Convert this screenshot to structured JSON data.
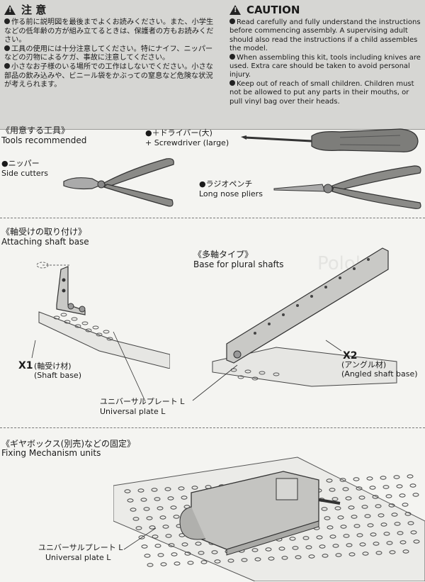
{
  "caution": {
    "jp_title": "注 意",
    "en_title": "CAUTION",
    "jp_items": [
      "作る前に説明図を最後までよくお読みください。また、小学生などの低年齢の方が組み立てるときは、保護者の方もお読みください。",
      "工具の使用には十分注意してください。特にナイフ、ニッパーなどの刃物によるケガ、事故に注意してください。",
      "小さなお子様のいる場所での工作はしないでください。小さな部品の飲み込みや、ビニール袋をかぶっての窒息など危険な状況が考えられます。"
    ],
    "en_items": [
      "Read carefully and fully understand the instructions before commencing assembly. A supervising adult should also read the instructions if a child assembles the model.",
      "When assembling this kit, tools including knives are used. Extra care should be taken to avoid personal injury.",
      "Keep out of reach of small children. Children must not be allowed to put any parts in their mouths, or pull vinyl bag over their heads."
    ]
  },
  "tools": {
    "title_jp": "《用意する工具》",
    "title_en": "Tools recommended",
    "screwdriver_jp": "●＋ドライバー(大)",
    "screwdriver_en": "+ Screwdriver (large)",
    "nipper_jp": "●ニッパー",
    "nipper_en": "Side cutters",
    "pliers_jp": "●ラジオペンチ",
    "pliers_en": "Long nose pliers"
  },
  "shaft": {
    "title_jp": "《軸受けの取り付け》",
    "title_en": "Attaching shaft base",
    "plural_jp": "《多軸タイプ》",
    "plural_en": "Base for plural shafts",
    "x1_code": "X1",
    "x1_jp": "(軸受け材)",
    "x1_en": "(Shaft base)",
    "x2_code": "X2",
    "x2_jp": "(アングル材)",
    "x2_en": "(Angled shaft base)",
    "plate_jp": "ユニバーサルプレート L",
    "plate_en": "Universal plate L",
    "watermark": "Pololu"
  },
  "mech": {
    "title_jp": "《ギヤボックス(別売)などの固定》",
    "title_en": "Fixing Mechanism units",
    "plate_jp": "ユニバーサルプレート L",
    "plate_en": "Universal plate L"
  }
}
